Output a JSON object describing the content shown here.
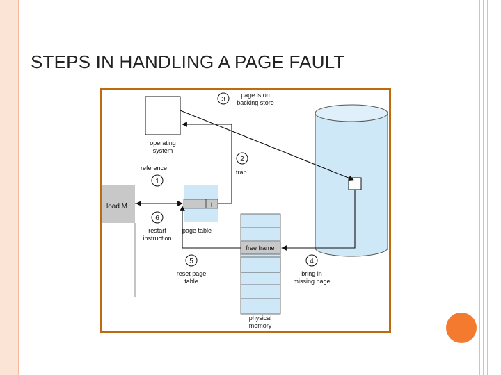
{
  "slide": {
    "title": "STEPS IN HANDLING A PAGE FAULT"
  },
  "diagram": {
    "instruction": "load M",
    "os_label": [
      "operating",
      "system"
    ],
    "reference_label": "reference",
    "page_table_label": "page table",
    "page_table_bit": "i",
    "restart_label": [
      "restart",
      "instruction"
    ],
    "free_frame_label": "free frame",
    "physical_memory_label": [
      "physical",
      "memory"
    ],
    "steps": [
      {
        "num": "1",
        "label": []
      },
      {
        "num": "2",
        "label": [
          "trap"
        ]
      },
      {
        "num": "3",
        "label": [
          "page is on",
          "backing store"
        ]
      },
      {
        "num": "4",
        "label": [
          "bring in",
          "missing page"
        ]
      },
      {
        "num": "5",
        "label": [
          "reset page",
          "table"
        ]
      },
      {
        "num": "6",
        "label": []
      }
    ]
  },
  "colors": {
    "frame_border": "#c06a0e",
    "light_blue": "#cfe8f7",
    "gray": "#c8c8c8",
    "accent_orange": "#f47a2f"
  }
}
